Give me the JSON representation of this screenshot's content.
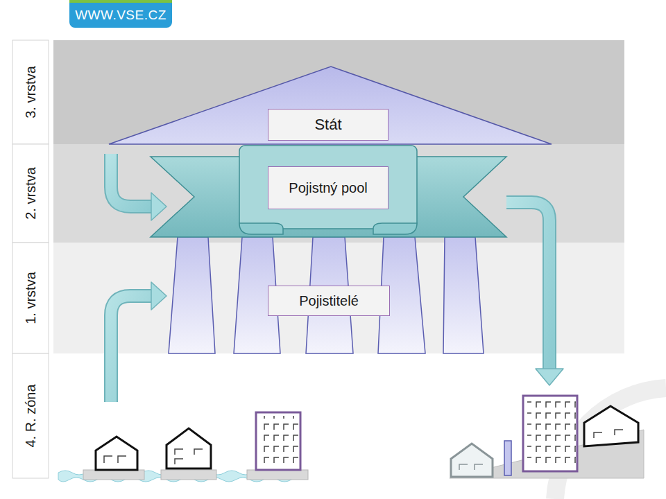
{
  "diagram": {
    "nodes": [
      {
        "text": [
          "Stát"
        ]
      },
      {
        "text": [
          "Pojistný pool"
        ]
      },
      {
        "text": [
          "Pojistitelé"
        ]
      }
    ],
    "labels": [
      "WWW.VSE.CZ",
      "3. vrstva",
      "2. vrstva",
      "1. vrstva",
      "4. R. zóna"
    ]
  }
}
